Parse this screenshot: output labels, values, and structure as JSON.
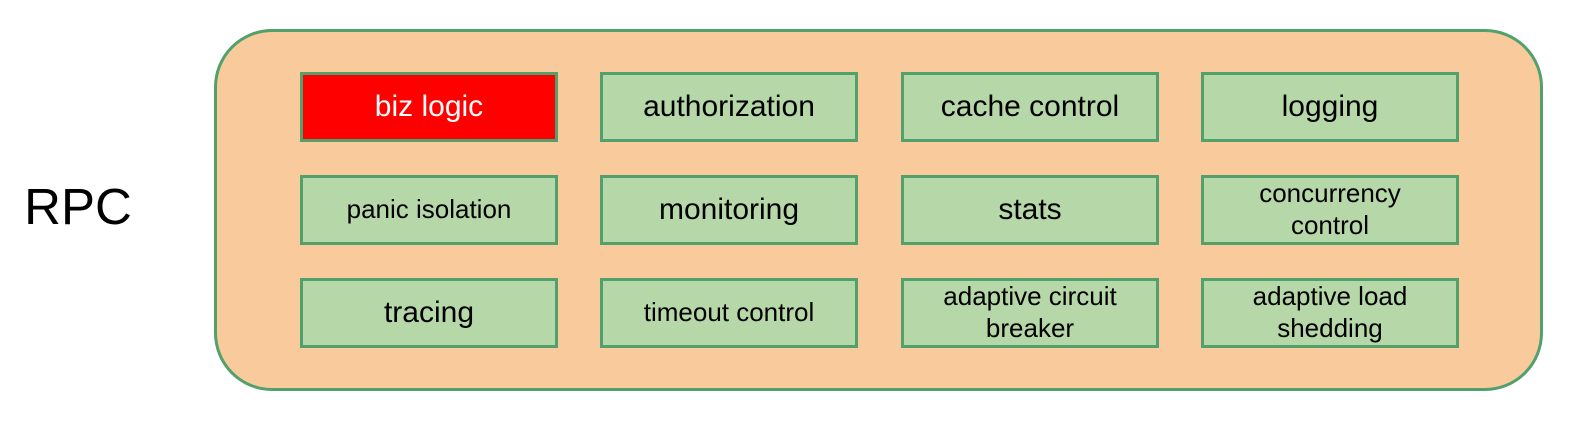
{
  "diagram": {
    "label": "RPC",
    "cells": [
      {
        "label": "biz logic",
        "highlight": true
      },
      {
        "label": "authorization",
        "highlight": false
      },
      {
        "label": "cache control",
        "highlight": false
      },
      {
        "label": "logging",
        "highlight": false
      },
      {
        "label": "panic isolation",
        "highlight": false
      },
      {
        "label": "monitoring",
        "highlight": false
      },
      {
        "label": "stats",
        "highlight": false
      },
      {
        "label": "concurrency control",
        "highlight": false
      },
      {
        "label": "tracing",
        "highlight": false
      },
      {
        "label": "timeout control",
        "highlight": false
      },
      {
        "label": "adaptive circuit breaker",
        "highlight": false
      },
      {
        "label": "adaptive load shedding",
        "highlight": false
      }
    ]
  },
  "colors": {
    "container_fill": "#f9cb9c",
    "container_border": "#52a06b",
    "cell_fill": "#b6d7a8",
    "cell_border": "#52a06b",
    "highlight_fill": "#fe0000",
    "highlight_text": "#ffffff",
    "text_color": "#000000"
  }
}
